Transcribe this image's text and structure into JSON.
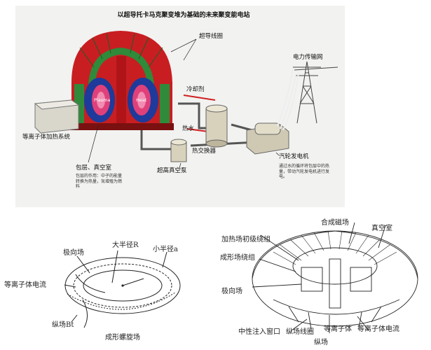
{
  "plant": {
    "title": "以超导托卡马克聚变堆为基础的未来聚变能电站",
    "labels": {
      "superconducting_coil": "超导线圈",
      "power_grid": "电力传输网",
      "coolant": "冷却剂",
      "plasma": "Plasma",
      "heat": "Heat",
      "plasma_heating": "等离子体加热系统",
      "hot_water": "热水",
      "heat_exchanger": "热交换器",
      "blanket_vacuum": "包层、真空室",
      "blanket_note": "包层的作用：中子的能量转换为热量，氚增殖为燃料",
      "ultra_vacuum_pump": "超高真空泵",
      "turbine": "汽轮发电机",
      "turbine_note": "通过水的循环将包层中的热量，带动汽轮发电机进行发电。"
    }
  },
  "torus_sketch": {
    "poloidal_field": "极向场",
    "major_radius": "大半径R",
    "minor_radius": "小半径a",
    "plasma_current": "等离子体电流",
    "toroidal_field": "纵场Bt",
    "helical_field": "成形螺旋场"
  },
  "tokamak_sketch": {
    "combined_field": "合成磁场",
    "vacuum_chamber": "真空室",
    "heating_winding": "加热场初级绕组",
    "shaping_winding": "成形场绕组",
    "poloidal_field": "极向场",
    "neutral_injection": "中性注入窗口",
    "toroidal_coil": "纵场线圈",
    "toroidal_field": "纵场",
    "plasma": "等离子体",
    "plasma_current": "等离子体电流"
  },
  "colors": {
    "reactor_red": "#c81e22",
    "reactor_green": "#2f8a3a",
    "reactor_blue": "#1e3a9a",
    "plasma_pink": "#e0407a",
    "panel_bg": "#f2f2f0",
    "ink": "#222222"
  }
}
